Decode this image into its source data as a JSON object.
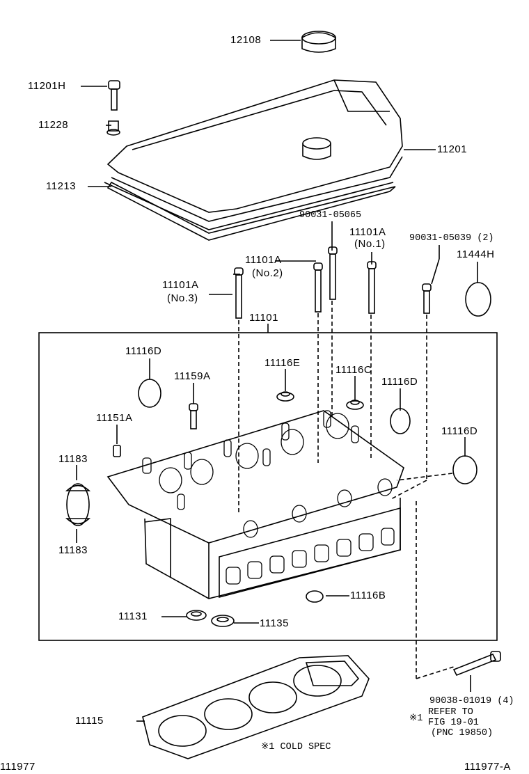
{
  "diagram": {
    "figure_id": "111977",
    "figure_id_alt": "111977-A",
    "footnote": "※1 COLD SPEC",
    "parts": {
      "oil_filler_cap": "12108",
      "cover_bolt": "11201H",
      "cover_grommet": "11228",
      "cylinder_head_cover": "11201",
      "cover_gasket": "11213",
      "bolt_05065": "90031-05065",
      "head_bolt_no1": "11101A",
      "head_bolt_no1_note": "(No.1)",
      "bolt_05039": "90031-05039 (2)",
      "plug_11444h": "11444H",
      "head_bolt_no2": "11101A",
      "head_bolt_no2_note": "(No.2)",
      "head_bolt_no3": "11101A",
      "head_bolt_no3_note": "(No.3)",
      "cylinder_head_sub_assy": "11101",
      "plug_d_1": "11116D",
      "stud_11159a": "11159A",
      "plug_e": "11116E",
      "plug_c": "11116C",
      "plug_d_2": "11116D",
      "pin_11151a": "11151A",
      "plug_d_3": "11116D",
      "half_moon_upper": "11183",
      "half_moon_lower": "11183",
      "plug_b": "11116B",
      "seal_11131": "11131",
      "seal_11135": "11135",
      "bolt_01019": "90038-01019 (4)",
      "ref_mark": "※1",
      "ref_line1": "REFER TO",
      "ref_line2": "FIG 19-01",
      "ref_line3": "(PNC 19850)",
      "head_gasket": "11115"
    }
  }
}
